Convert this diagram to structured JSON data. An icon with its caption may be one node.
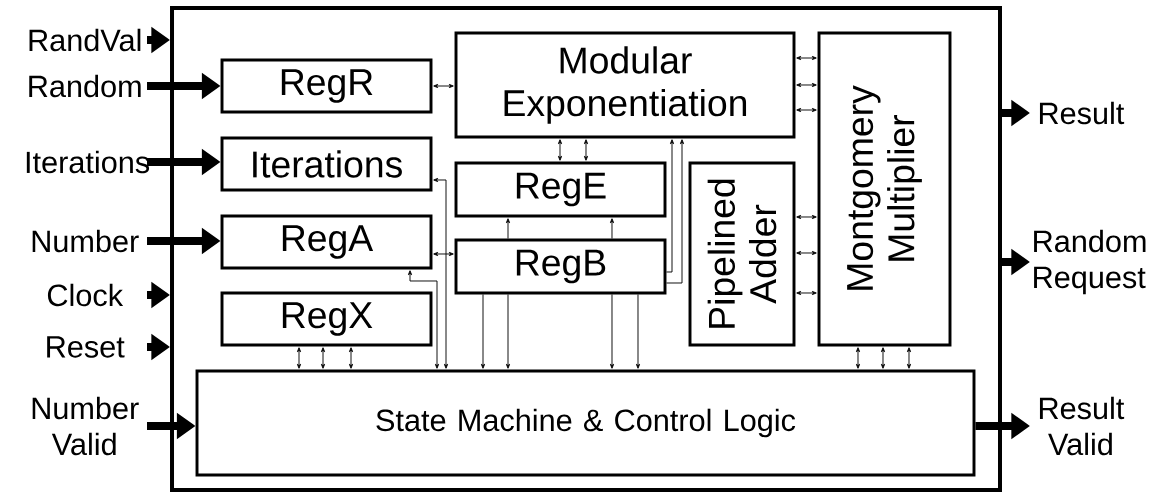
{
  "diagram": {
    "nodes": [
      {
        "text": [],
        "shape": "box"
      },
      {
        "text": [
          "RandVal"
        ]
      },
      {
        "text": [
          "Random"
        ]
      },
      {
        "text": [
          "Iterations"
        ]
      },
      {
        "text": [
          "Number"
        ]
      },
      {
        "text": [
          "Clock"
        ]
      },
      {
        "text": [
          "Reset"
        ]
      },
      {
        "text": [
          "Number Valid"
        ]
      },
      {
        "text": [
          "RegR"
        ],
        "in": 0
      },
      {
        "text": [
          "Iterations"
        ],
        "in": 0
      },
      {
        "text": [
          "RegA"
        ],
        "in": 0
      },
      {
        "text": [
          "RegX"
        ],
        "in": 0
      },
      {
        "text": [
          "Modular Exponentiation"
        ],
        "in": 0
      },
      {
        "text": [
          "RegE"
        ],
        "in": 0
      },
      {
        "text": [
          "RegB"
        ],
        "in": 0
      },
      {
        "text": [
          "Pipelined Adder"
        ],
        "in": 0
      },
      {
        "text": [
          "Montgomery Multiplier"
        ],
        "in": 0
      },
      {
        "text": [
          "State Machine & Control Logic"
        ],
        "in": 0
      },
      {
        "text": [
          "Result"
        ]
      },
      {
        "text": [
          "Random Request"
        ]
      },
      {
        "text": [
          "Result Valid"
        ]
      }
    ],
    "edges": [
      {
        "from": 1,
        "to": 0,
        "arrow": "to",
        "style": "thick"
      },
      {
        "from": 2,
        "to": 8,
        "arrow": "to",
        "style": "thick"
      },
      {
        "from": 3,
        "to": 9,
        "arrow": "to",
        "style": "thick"
      },
      {
        "from": 4,
        "to": 10,
        "arrow": "to",
        "style": "thick"
      },
      {
        "from": 5,
        "to": 0,
        "arrow": "to",
        "style": "thick"
      },
      {
        "from": 6,
        "to": 0,
        "arrow": "to",
        "style": "thick"
      },
      {
        "from": 7,
        "to": 17,
        "arrow": "to",
        "style": "thick"
      },
      {
        "from": 0,
        "to": 18,
        "arrow": "to",
        "style": "thick"
      },
      {
        "from": 0,
        "to": 19,
        "arrow": "to",
        "style": "thick"
      },
      {
        "from": 17,
        "to": 20,
        "arrow": "to",
        "style": "thick"
      },
      {
        "from": 8,
        "to": 12,
        "arrow": "both"
      },
      {
        "from": 10,
        "to": 14,
        "arrow": "both"
      },
      {
        "from": 12,
        "to": 16,
        "arrow": "both"
      },
      {
        "from": 12,
        "to": 16,
        "arrow": "both"
      },
      {
        "from": 12,
        "to": 16,
        "arrow": "both"
      },
      {
        "from": 15,
        "to": 16,
        "arrow": "both"
      },
      {
        "from": 15,
        "to": 16,
        "arrow": "both"
      },
      {
        "from": 15,
        "to": 16,
        "arrow": "both"
      },
      {
        "from": 16,
        "to": 17,
        "arrow": "both"
      },
      {
        "from": 16,
        "to": 17,
        "arrow": "both"
      },
      {
        "from": 16,
        "to": 17,
        "arrow": "both"
      },
      {
        "from": 9,
        "to": 17,
        "arrow": "both"
      },
      {
        "from": 11,
        "to": 17,
        "arrow": "both"
      },
      {
        "from": 11,
        "to": 17,
        "arrow": "both"
      },
      {
        "from": 11,
        "to": 17,
        "arrow": "both"
      },
      {
        "from": 10,
        "to": 17,
        "arrow": "both"
      },
      {
        "from": 12,
        "to": 13,
        "arrow": "both"
      },
      {
        "from": 12,
        "to": 13,
        "arrow": "both"
      },
      {
        "from": 14,
        "to": 12,
        "arrow": "to"
      },
      {
        "from": 14,
        "to": 12,
        "arrow": "to"
      },
      {
        "from": 14,
        "to": 13,
        "arrow": "to"
      },
      {
        "from": 14,
        "to": 13,
        "arrow": "to"
      },
      {
        "from": 14,
        "to": 17,
        "arrow": "to"
      },
      {
        "from": 14,
        "to": 17,
        "arrow": "to"
      },
      {
        "from": 14,
        "to": 17,
        "arrow": "to"
      },
      {
        "from": 14,
        "to": 17,
        "arrow": "to"
      }
    ]
  }
}
